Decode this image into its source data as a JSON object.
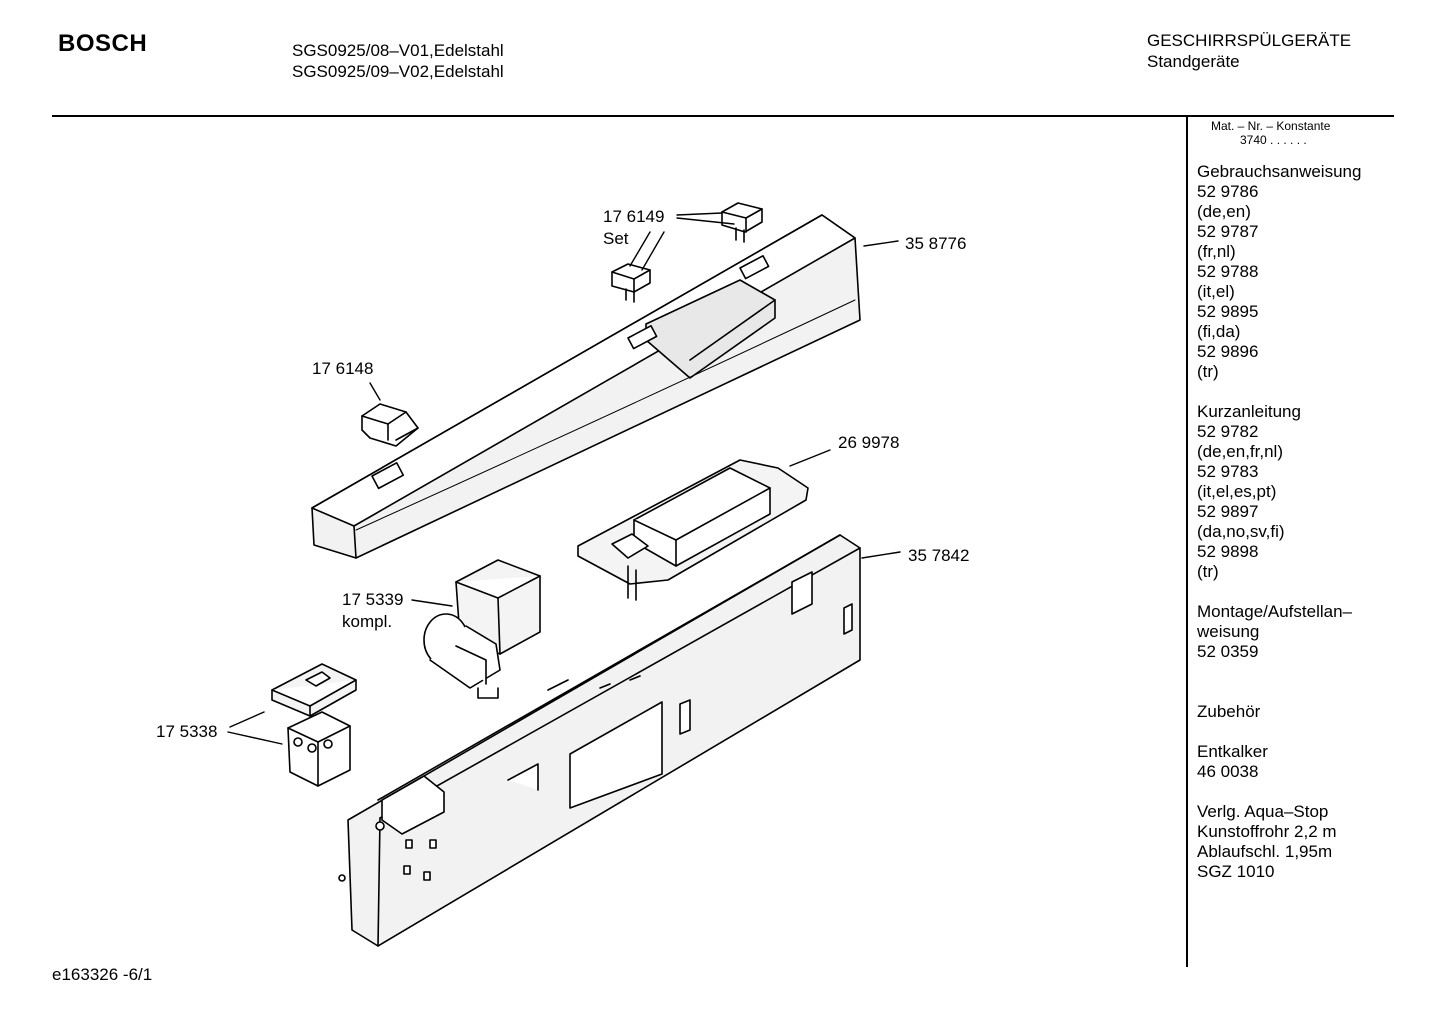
{
  "brand": "BOSCH",
  "models": [
    "SGS0925/08–V01,Edelstahl",
    "SGS0925/09–V02,Edelstahl"
  ],
  "category": [
    "GESCHIRRSPÜLGERÄTE",
    "Standgeräte"
  ],
  "mat_nr": {
    "label": "Mat. – Nr. – Konstante",
    "value": "3740 .  .  .  .  .  ."
  },
  "sidebar_lines": [
    "Gebrauchsanweisung",
    "52 9786",
    "(de,en)",
    "52 9787",
    "(fr,nl)",
    "52 9788",
    "(it,el)",
    "52 9895",
    "(fi,da)",
    "52 9896",
    "(tr)",
    "",
    "Kurzanleitung",
    "52 9782",
    "(de,en,fr,nl)",
    "52 9783",
    "(it,el,es,pt)",
    "52 9897",
    "(da,no,sv,fi)",
    "52 9898",
    "(tr)",
    "",
    "Montage/Aufstellan–",
    "weisung",
    "52 0359",
    "",
    "",
    "Zubehör",
    "",
    "Entkalker",
    "46 0038",
    "",
    "Verlg. Aqua–Stop",
    "Kunstoffrohr 2,2 m",
    "Ablaufschl. 1,95m",
    "SGZ 1010"
  ],
  "part_labels": {
    "p176149": "17 6149",
    "p176149_set": "Set",
    "p358776": "35 8776",
    "p176148": "17 6148",
    "p269978": "26 9978",
    "p357842": "35 7842",
    "p175339": "17 5339",
    "p175339_kompl": "kompl.",
    "p175338": "17 5338"
  },
  "footer": "e163326 -6/1"
}
